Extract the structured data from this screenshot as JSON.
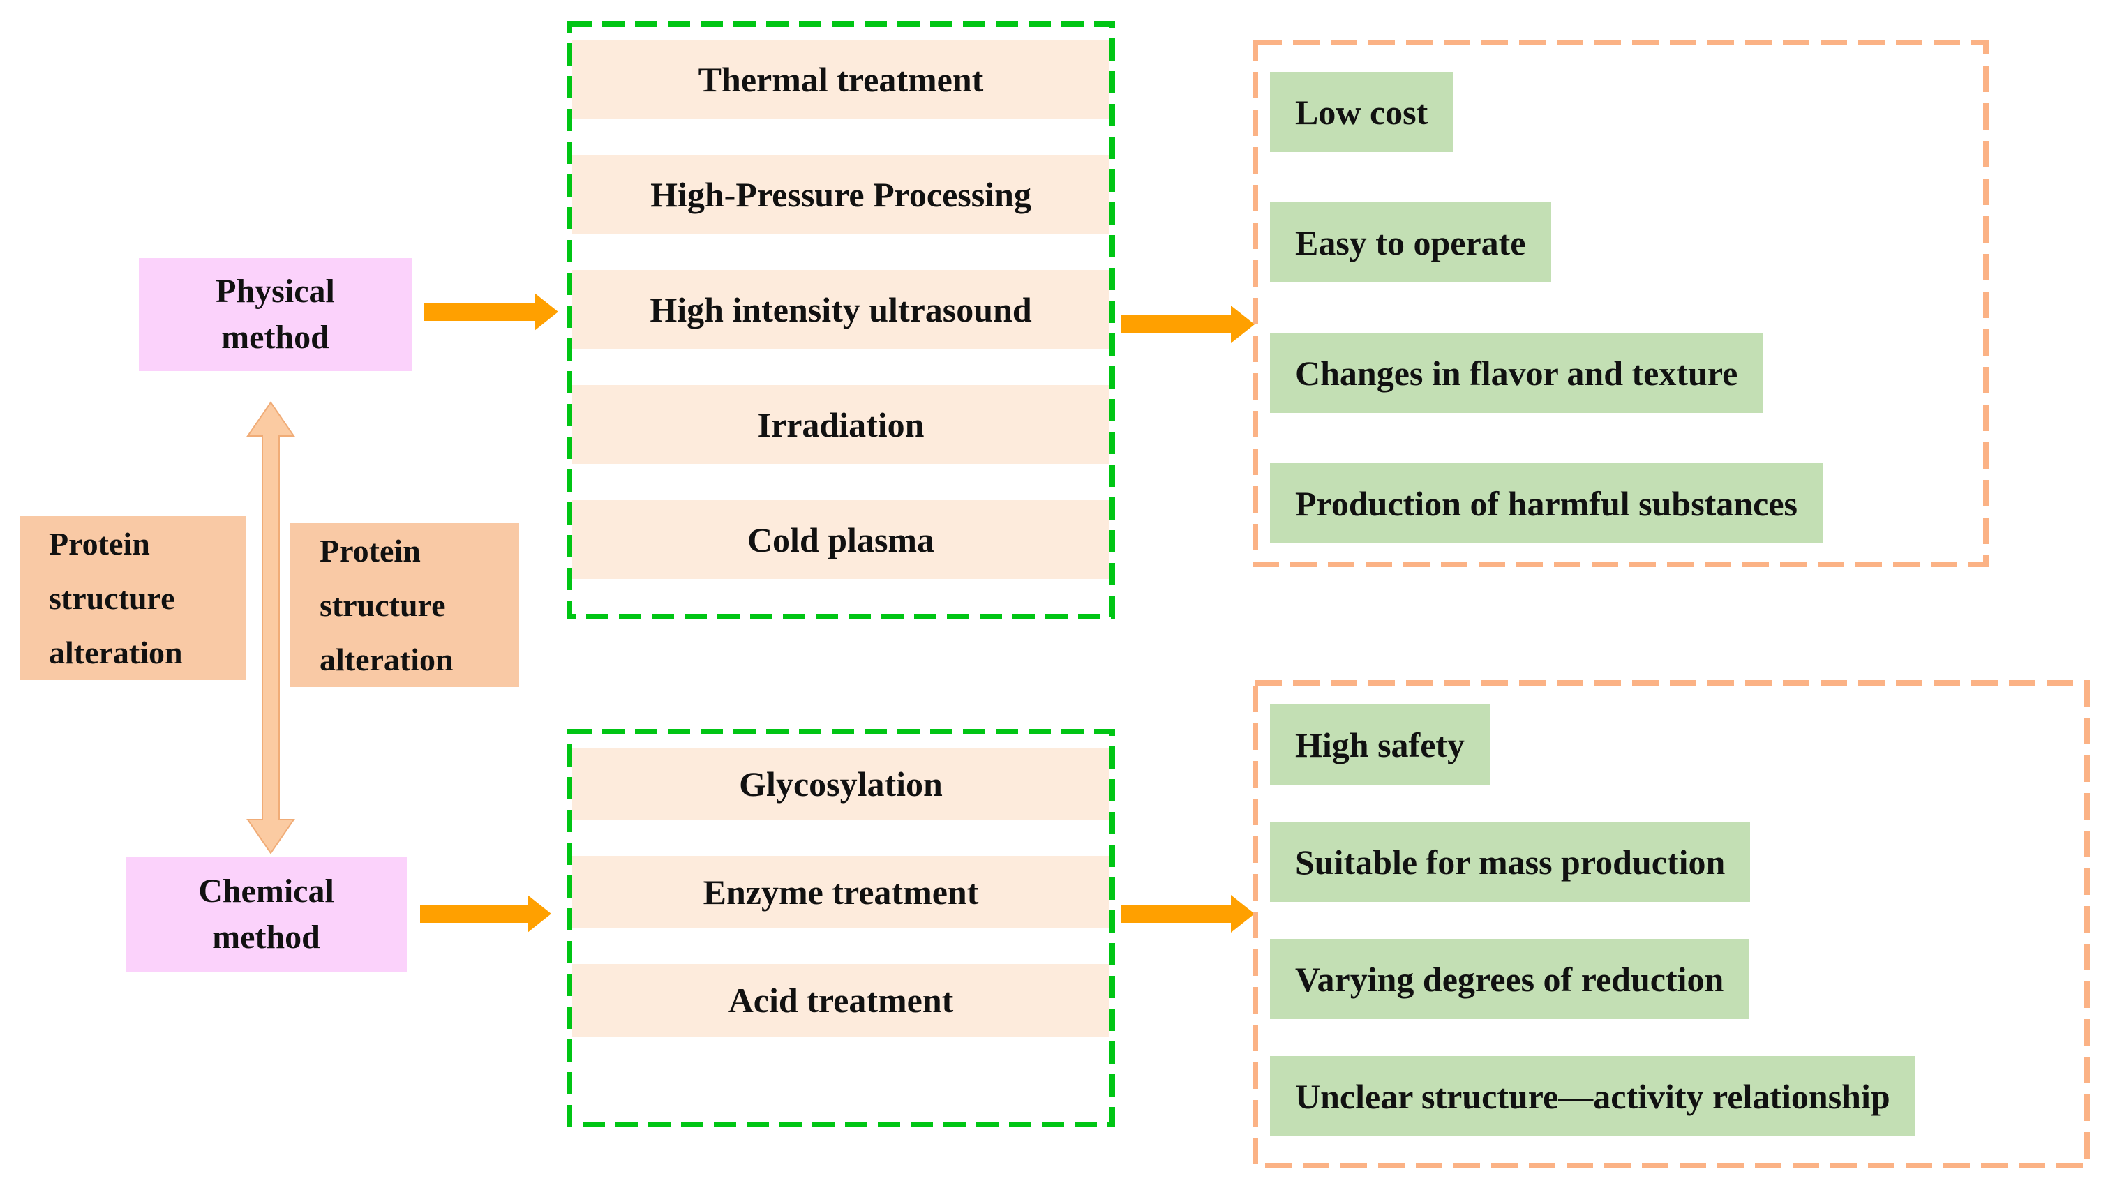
{
  "nodes": {
    "physical_method": "Physical\nmethod",
    "chemical_method": "Chemical\nmethod",
    "protein_alteration": "Protein\nstructure\nalteration"
  },
  "physical": {
    "treatments": [
      "Thermal treatment",
      "High-Pressure Processing",
      "High intensity ultrasound",
      "Irradiation",
      "Cold plasma"
    ],
    "evaluation": [
      "Low cost",
      "Easy to operate",
      "Changes in flavor and texture",
      "Production of harmful substances"
    ]
  },
  "chemical": {
    "treatments": [
      "Glycosylation",
      "Enzyme treatment",
      "Acid treatment"
    ],
    "evaluation": [
      "High safety",
      "Suitable for mass production",
      "Varying degrees of reduction",
      "Unclear structure—activity relationship"
    ]
  },
  "colors": {
    "method_box": "#FBD2FB",
    "note_box": "#F9C9A5",
    "treatment_bar": "#FDEBDC",
    "evaluation_label": "#C3DFB4",
    "arrow": "#FFA000",
    "soft_arrow_fill": "#FBCBA2",
    "soft_arrow_stroke": "#F0AC77",
    "green_dash": "#00C514",
    "orange_dash": "#FBB285"
  }
}
